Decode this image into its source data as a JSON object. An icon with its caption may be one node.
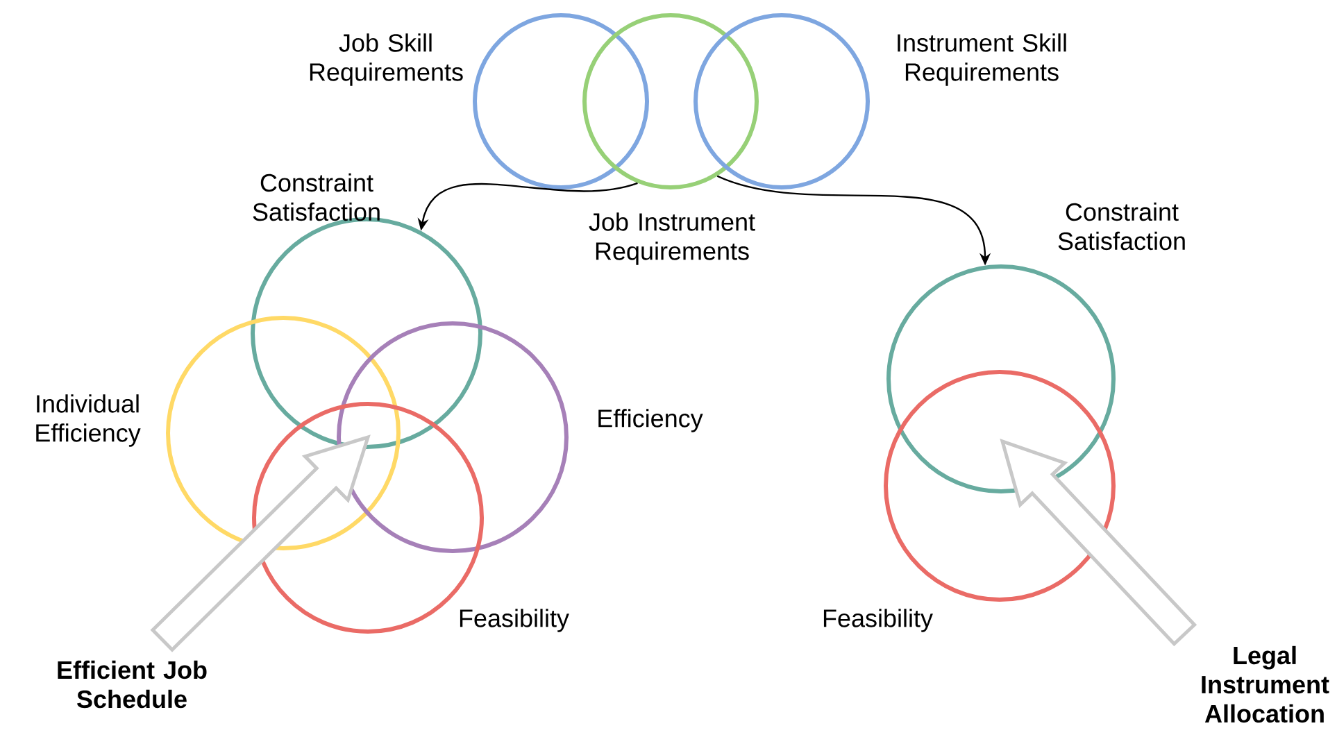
{
  "diagram": {
    "nodes": [
      {
        "text": [
          "Job Skill Requirements"
        ]
      },
      {
        "text": [
          "Job Instrument Requirements"
        ]
      },
      {
        "text": [
          "Instrument Skill Requirements"
        ]
      },
      {
        "text": [
          "Constraint Satisfaction"
        ]
      },
      {
        "text": [
          "Individual Efficiency"
        ]
      },
      {
        "text": [
          "Efficiency"
        ]
      },
      {
        "text": [
          "Feasibility"
        ]
      },
      {
        "text": [
          "Constraint Satisfaction"
        ]
      },
      {
        "text": [
          "Feasibility"
        ]
      },
      {
        "text": [
          "Efficient Job Schedule"
        ]
      },
      {
        "text": [
          "Legal Instrument Allocation"
        ]
      }
    ],
    "edges": [
      {
        "from": 1,
        "to": 3,
        "arrow": "to"
      },
      {
        "from": 1,
        "to": 7,
        "arrow": "to"
      },
      {
        "from": 9,
        "to": null,
        "arrow": "to",
        "style": "thick"
      },
      {
        "from": 10,
        "to": null,
        "arrow": "to",
        "style": "thick"
      }
    ]
  }
}
